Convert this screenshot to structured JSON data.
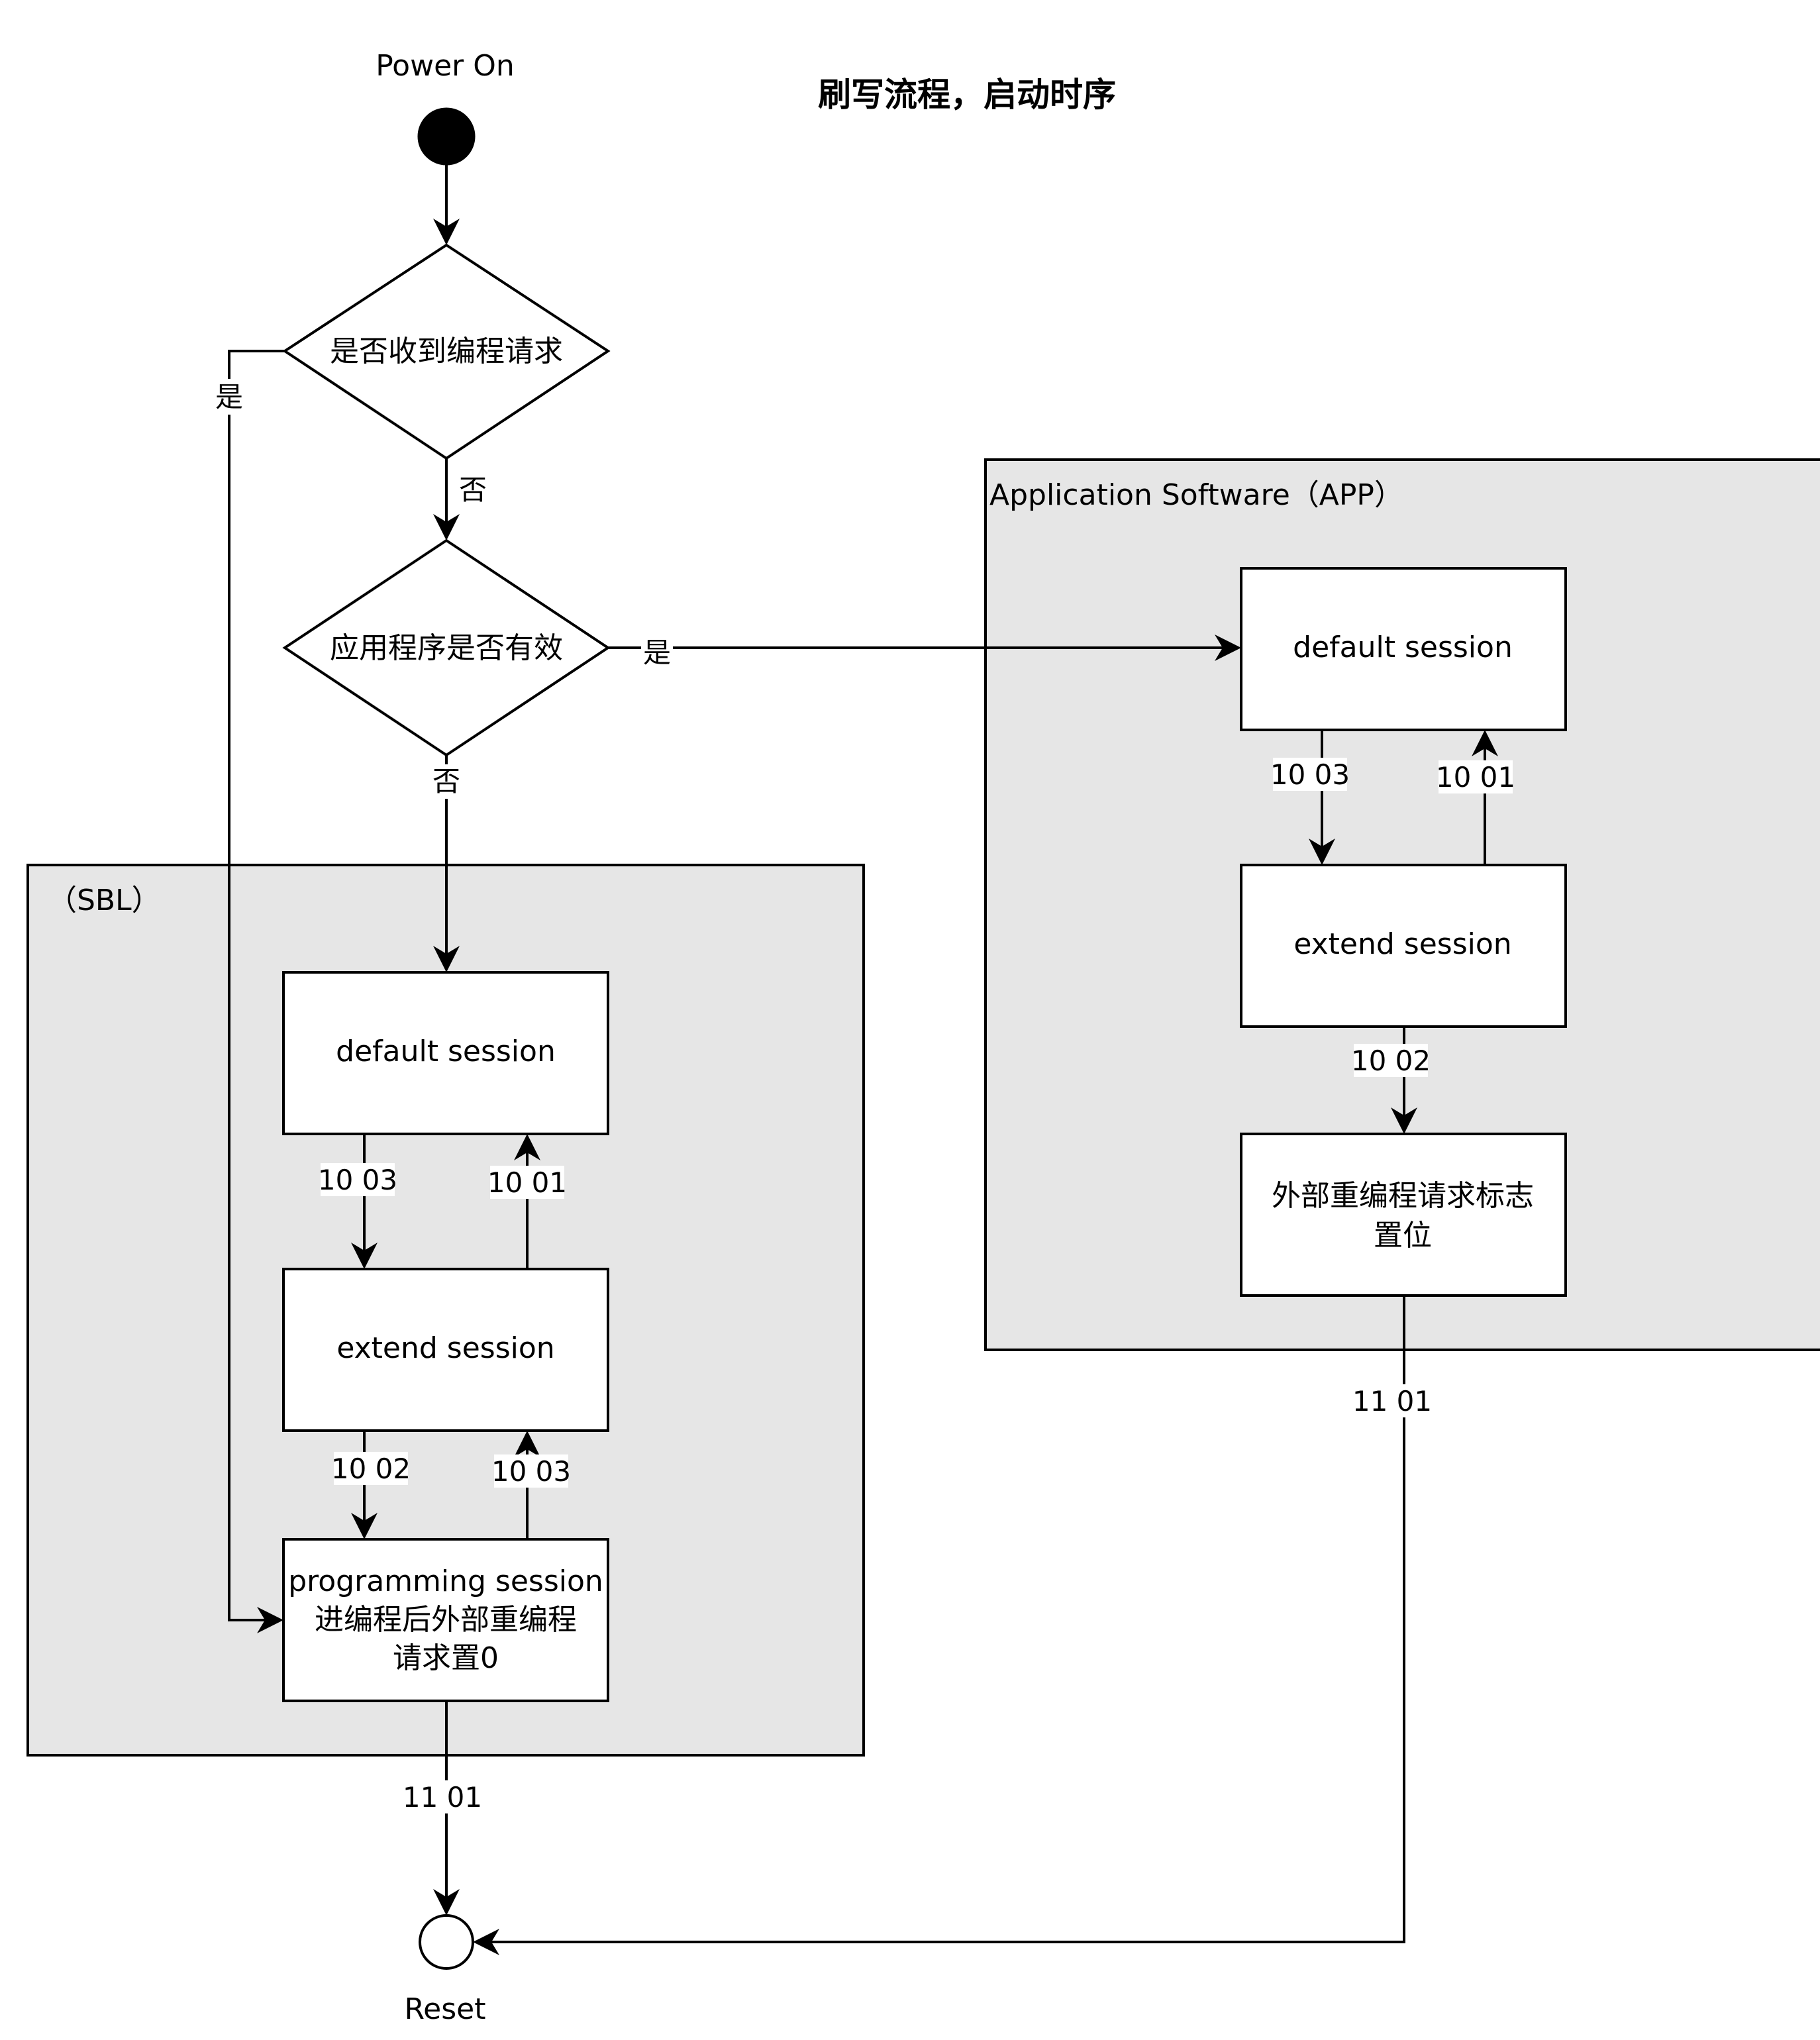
{
  "title": "刷写流程，启动时序",
  "nodes": {
    "power_on": "Power On",
    "reset": "Reset",
    "decision_prog_request": "是否收到编程请求",
    "decision_app_valid": "应用程序是否有效",
    "sbl_container": "（SBL）",
    "app_container": "Application Software（APP）",
    "sbl_default": "default session",
    "sbl_extend": "extend session",
    "sbl_programming_line1": "programming session",
    "sbl_programming_line2": "进编程后外部重编程",
    "sbl_programming_line3": "请求置0",
    "app_default": "default session",
    "app_extend": "extend session",
    "app_flag_line1": "外部重编程请求标志",
    "app_flag_line2": "置位"
  },
  "edges": {
    "yes_prog": "是",
    "no_prog": "否",
    "yes_app": "是",
    "no_app": "否",
    "sbl_default_to_extend": "10 03",
    "sbl_extend_to_default": "10 01",
    "sbl_extend_to_prog": "10 02",
    "sbl_prog_to_extend": "10 03",
    "sbl_reset": "11 01",
    "app_default_to_extend": "10 03",
    "app_extend_to_default": "10 01",
    "app_extend_to_flag": "10 02",
    "app_reset": "11 01"
  }
}
